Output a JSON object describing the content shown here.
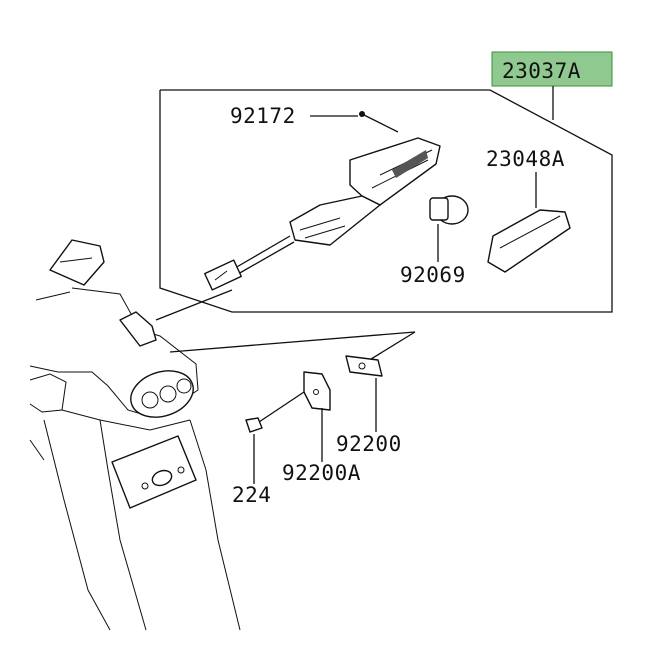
{
  "labels": {
    "assembly": "23037A",
    "lens": "23048A",
    "screw_long": "92172",
    "bulb": "92069",
    "bracket": "92200",
    "bracket_a": "92200A",
    "bolt": "224"
  },
  "colors": {
    "highlight": "#8fc98f",
    "highlight_border": "#3f8f3f",
    "ink": "#111111"
  },
  "icons": {
    "turn-signal": "turn-signal-icon",
    "bulb": "bulb-icon",
    "lens": "lens-icon",
    "screw": "screw-icon",
    "plate": "plate-icon",
    "bolt": "bolt-icon",
    "frame": "frame-icon"
  }
}
